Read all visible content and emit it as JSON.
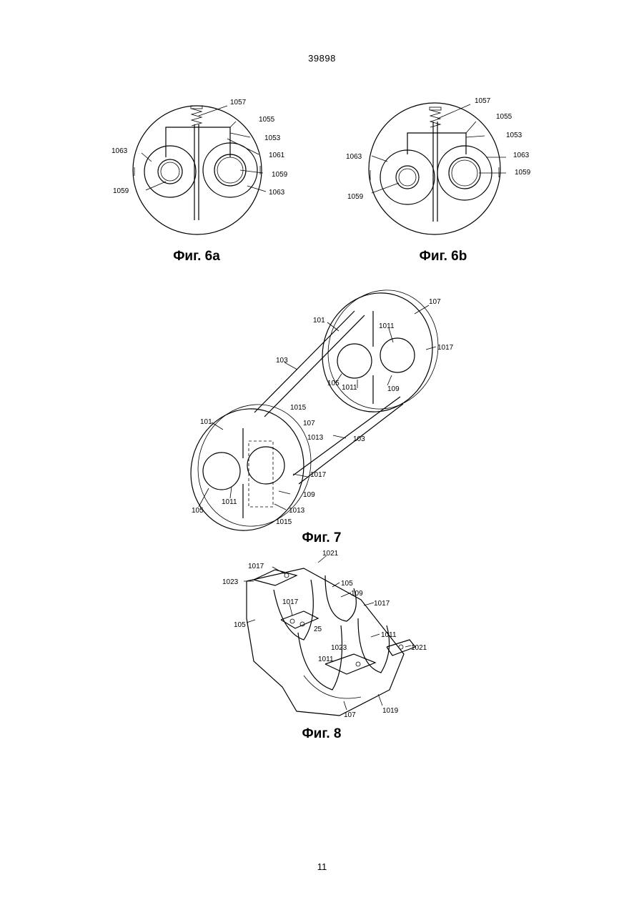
{
  "header": {
    "doc_number": "39898"
  },
  "footer": {
    "page_number": "11"
  },
  "figures": {
    "fig6a": {
      "caption": "Фиг. 6a",
      "labels": {
        "l1057": "1057",
        "l1055": "1055",
        "l1053": "1053",
        "l1061": "1061",
        "l1063a": "1063",
        "l1059a": "1059",
        "l1059b": "1059",
        "l1063b": "1063"
      }
    },
    "fig6b": {
      "caption": "Фиг. 6b",
      "labels": {
        "l1057": "1057",
        "l1055": "1055",
        "l1053": "1053",
        "l1063a": "1063",
        "l1063b": "1063",
        "l1059a": "1059",
        "l1059b": "1059"
      }
    },
    "fig7": {
      "caption": "Фиг. 7",
      "labels": {
        "l107a": "107",
        "l101a": "101",
        "l1011a": "1011",
        "l1017a": "1017",
        "l103a": "103",
        "l105a": "105",
        "l1011b": "1011",
        "l109a": "109",
        "l1015a": "1015",
        "l101b": "101",
        "l107b": "107",
        "l1013a": "1013",
        "l103b": "103",
        "l1017b": "1017",
        "l109b": "109",
        "l105b": "105",
        "l1011c": "1011",
        "l1013b": "1013",
        "l1015b": "1015"
      }
    },
    "fig8": {
      "caption": "Фиг. 8",
      "labels": {
        "l1021a": "1021",
        "l1017a": "1017",
        "l1023a": "1023",
        "l105a": "105",
        "l109": "109",
        "l1017b": "1017",
        "l1017c": "1017",
        "l105b": "105",
        "l25": "25",
        "l1011a": "1011",
        "l1023b": "1023",
        "l1011b": "1011",
        "l1021b": "1021",
        "l107": "107",
        "l1019": "1019"
      }
    }
  }
}
